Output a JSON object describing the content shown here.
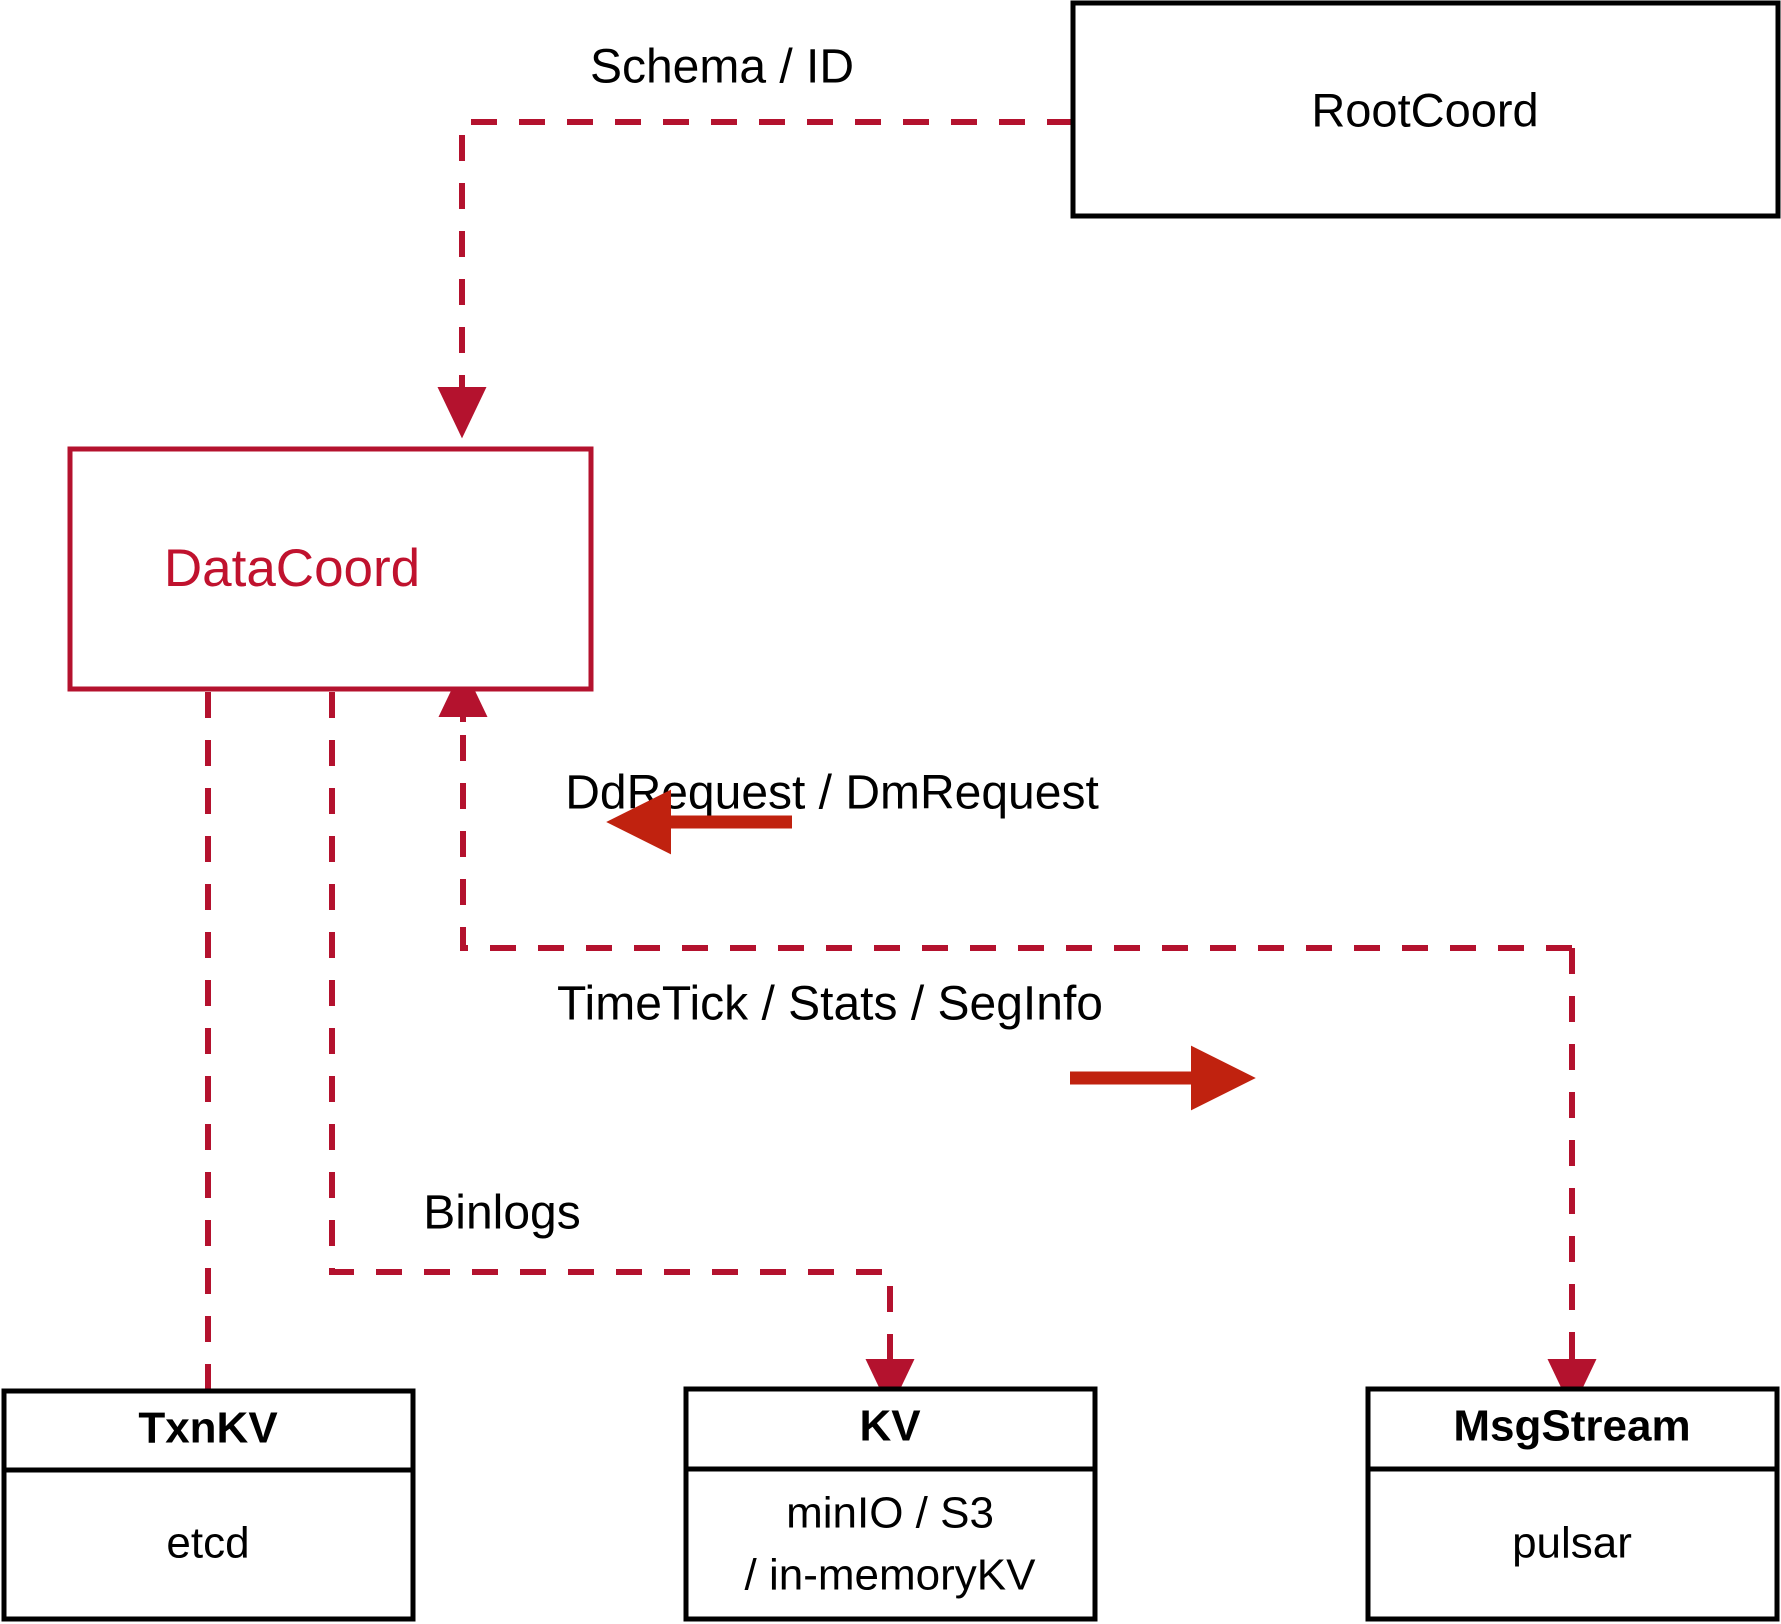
{
  "diagram": {
    "title": "DataCoord component interaction diagram",
    "colors": {
      "accent_red": "#b4122e",
      "arrow_red": "#c0220f",
      "node_border": "#000000",
      "background": "#ffffff"
    },
    "nodes": {
      "rootcoord": {
        "label": "RootCoord"
      },
      "datacoord": {
        "label": "DataCoord"
      },
      "txnkv": {
        "title": "TxnKV",
        "impl": "etcd"
      },
      "kv": {
        "title": "KV",
        "impl_line1": "minIO / S3",
        "impl_line2": "/ in-memoryKV"
      },
      "msgstream": {
        "title": "MsgStream",
        "impl": "pulsar"
      }
    },
    "edges": {
      "schema_id": {
        "label": "Schema / ID"
      },
      "dd_dm_request": {
        "label": "DdRequest / DmRequest"
      },
      "timetick_stats_seginfo": {
        "label": "TimeTick / Stats / SegInfo"
      },
      "binlogs": {
        "label": "Binlogs"
      }
    }
  }
}
